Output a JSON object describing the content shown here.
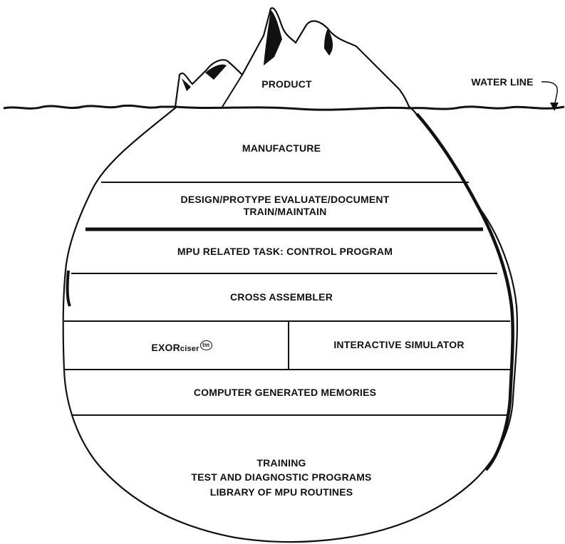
{
  "surface": {
    "product": "PRODUCT",
    "water_line": "WATER LINE"
  },
  "layers": {
    "manufacture": "MANUFACTURE",
    "design_line1": "DESIGN/PROTYPE EVALUATE/DOCUMENT",
    "design_line2": "TRAIN/MAINTAIN",
    "mpu_task": "MPU RELATED TASK: CONTROL PROGRAM",
    "cross_assembler": "CROSS ASSEMBLER",
    "exorciser_main": "EXOR",
    "exorciser_sub": "ciser",
    "exorciser_mark": "tm",
    "interactive_simulator": "INTERACTIVE SIMULATOR",
    "memories": "COMPUTER GENERATED MEMORIES",
    "training": "TRAINING",
    "test_programs": "TEST AND DIAGNOSTIC PROGRAMS",
    "library": "LIBRARY OF MPU ROUTINES"
  },
  "colors": {
    "ink": "#111111",
    "paper": "#ffffff"
  }
}
